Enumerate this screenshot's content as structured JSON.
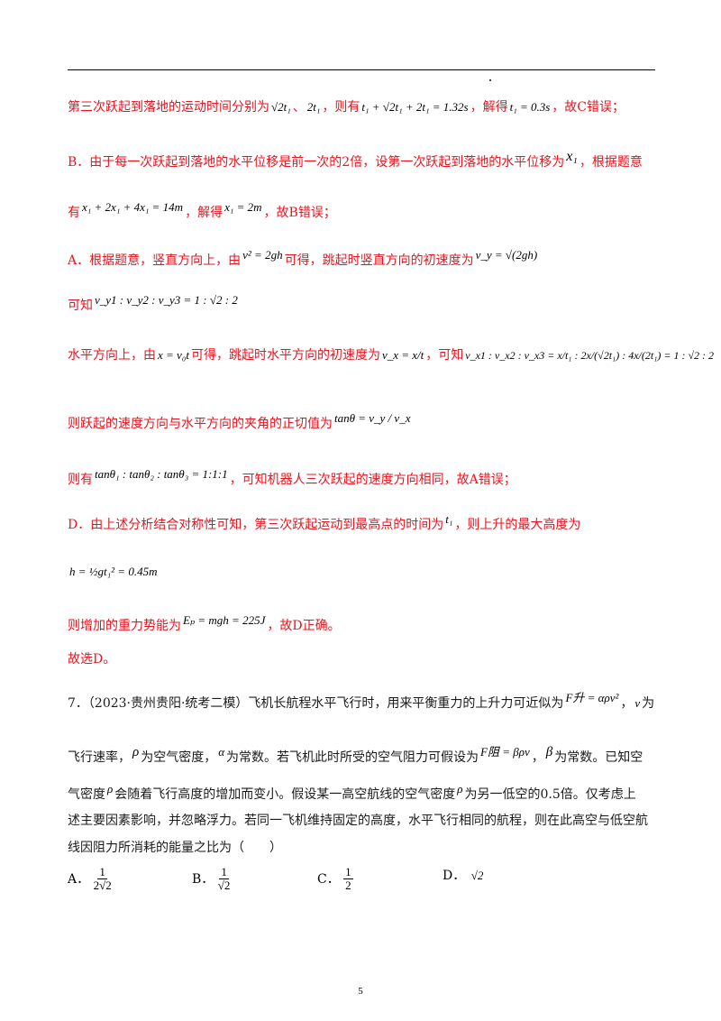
{
  "solution": {
    "line1_text": "第三次跃起到落地的运动时间分别为",
    "line1_m1": "√2t₁",
    "line1_sep": "、",
    "line1_m2": "2t₁",
    "line1_mid": "，则有",
    "line1_m3": "t₁ + √2t₁ + 2t₁ = 1.32s",
    "line1_mid2": "，解得",
    "line1_m4": "t₁ = 0.3s",
    "line1_end": "，故C错误；",
    "b_text": "B．由于每一次跃起到落地的水平位移是前一次的2倍，设第一次跃起到落地的水平位移为",
    "b_m1": "x₁",
    "b_end": "，根据题意",
    "b2_text": "有",
    "b2_m1": "x₁ + 2x₁ + 4x₁ = 14m",
    "b2_mid": "，解得",
    "b2_m2": "x₁ = 2m",
    "b2_end": "，故B错误；",
    "a_text": "A．根据题意，竖直方向上，由",
    "a_m1": "v² = 2gh",
    "a_mid": "可得，跳起时竖直方向的初速度为",
    "a_m2": "v_y = √(2gh)",
    "a2_text": "可知",
    "a2_m1": "v_y1 : v_y2 : v_y3 = 1 : √2 : 2",
    "h_text": "水平方向上，由",
    "h_m1": "x = v₀t",
    "h_mid": "可得，跳起时水平方向的初速度为",
    "h_m2": "v_x = x/t",
    "h_mid2": "，可知",
    "h_m3": "v_x1 : v_x2 : v_x3 = x/t₁ : 2x/(√2t₁) : 4x/(2t₁) = 1 : √2 : 2",
    "tan_text": "则跃起的速度方向与水平方向的夹角的正切值为",
    "tan_m1": "tanθ = v_y / v_x",
    "tan2_text": "则有",
    "tan2_m1": "tanθ₁ : tanθ₂ : tanθ₃ = 1:1:1",
    "tan2_end": "，可知机器人三次跃起的速度方向相同，故A错误；",
    "d_text": "D．由上述分析结合对称性可知，第三次跃起运动到最高点的时间为",
    "d_m1": "t₁",
    "d_end": "，则上升的最大高度为",
    "d2_m1": "h = ½gt₁² = 0.45m",
    "d3_text": "则增加的重力势能为",
    "d3_m1": "Eₚ = mgh = 225J",
    "d3_end": "，故D正确。",
    "choose": "故选D。"
  },
  "question": {
    "q_head": "7．（2023·贵州贵阳·统考二模）飞机长航程水平飞行时，用来平衡重力的上升力可近似为",
    "q_m1": "F升 = αρv²",
    "q_m2": "v",
    "q_end1": "为",
    "q2_a": "飞行速率，",
    "q2_m1": "ρ",
    "q2_b": "为空气密度，",
    "q2_m2": "α",
    "q2_c": "为常数。若飞机此时所受的空气阻力可假设为",
    "q2_m3": "F阻 = βρv",
    "q2_m4": "β",
    "q2_d": "为常数。已知空",
    "q3_a": "气密度",
    "q3_m1": "ρ",
    "q3_b": "会随着飞行高度的增加而变小。假设某一高空航线的空气密度",
    "q3_m2": "ρ",
    "q3_c": "为另一低空的0.5倍。仅考虑上",
    "q4": "述主要因素影响，并忽略浮力。若同一飞机维持固定的高度，水平飞行相同的航程，则在此高空与低空航",
    "q5": "线因阻力所消耗的能量之比为（　　）",
    "options": [
      {
        "label": "A．",
        "num": "1",
        "den": "2√2"
      },
      {
        "label": "B．",
        "num": "1",
        "den": "√2"
      },
      {
        "label": "C．",
        "num": "1",
        "den": "2"
      },
      {
        "label": "D．",
        "value": "√2"
      }
    ]
  },
  "page_number": "5"
}
